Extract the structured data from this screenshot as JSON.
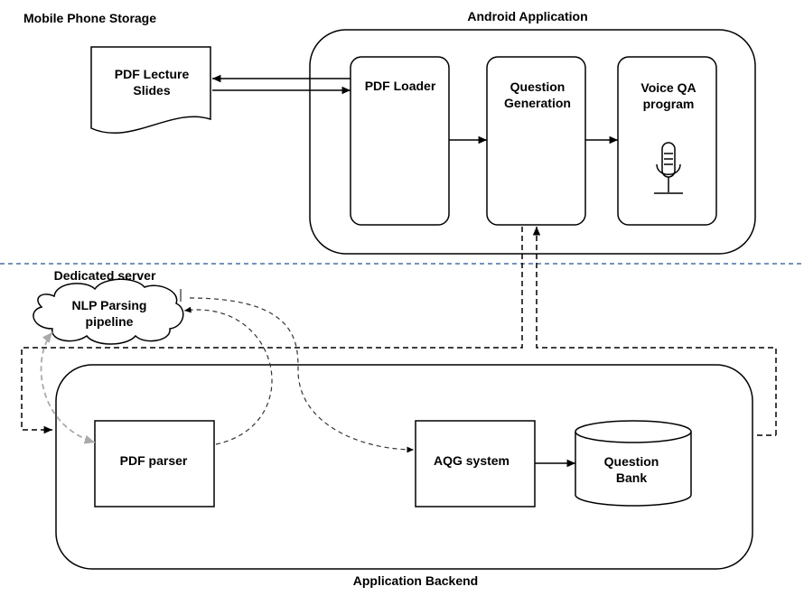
{
  "regions": {
    "mobile_storage": "Mobile Phone Storage",
    "android_app": "Android Application",
    "dedicated_server": "Dedicated server",
    "backend": "Application Backend"
  },
  "nodes": {
    "pdf_slides": [
      "PDF Lecture",
      "Slides"
    ],
    "pdf_loader": "PDF Loader",
    "question_generation": [
      "Question",
      "Generation"
    ],
    "voice_qa": [
      "Voice QA",
      "program"
    ],
    "nlp_pipeline": [
      "NLP Parsing",
      "pipeline"
    ],
    "pdf_parser": "PDF parser",
    "aqg_system": "AQG system",
    "question_bank": [
      "Question",
      "Bank"
    ]
  },
  "icons": {
    "voice_qa": "microphone-icon"
  },
  "colors": {
    "stroke": "#000000",
    "separator": "#4a6fa5",
    "grey_connector": "#aaaaaa",
    "dashed_connector": "#333333"
  }
}
